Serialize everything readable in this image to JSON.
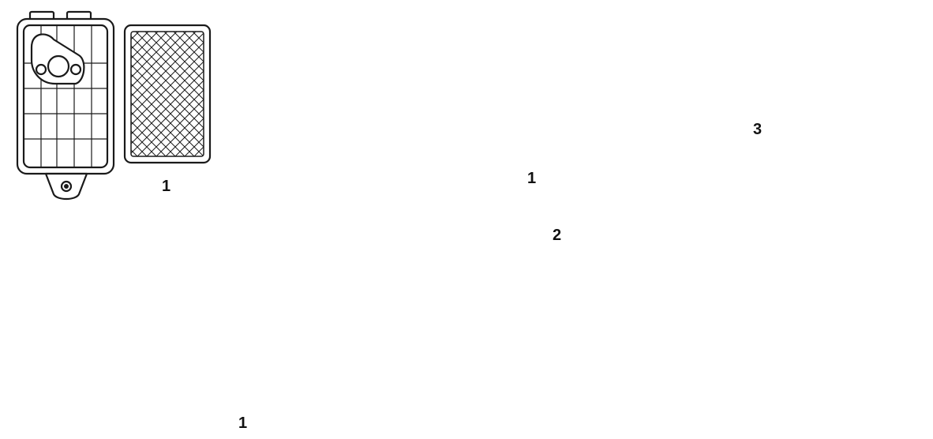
{
  "callouts": {
    "top_left_1": "1",
    "bottom_left_1": "1",
    "exploded_1": "1",
    "exploded_2": "2",
    "exploded_3": "3"
  },
  "colors": {
    "ink": "#1a1a1a",
    "background": "#ffffff"
  }
}
